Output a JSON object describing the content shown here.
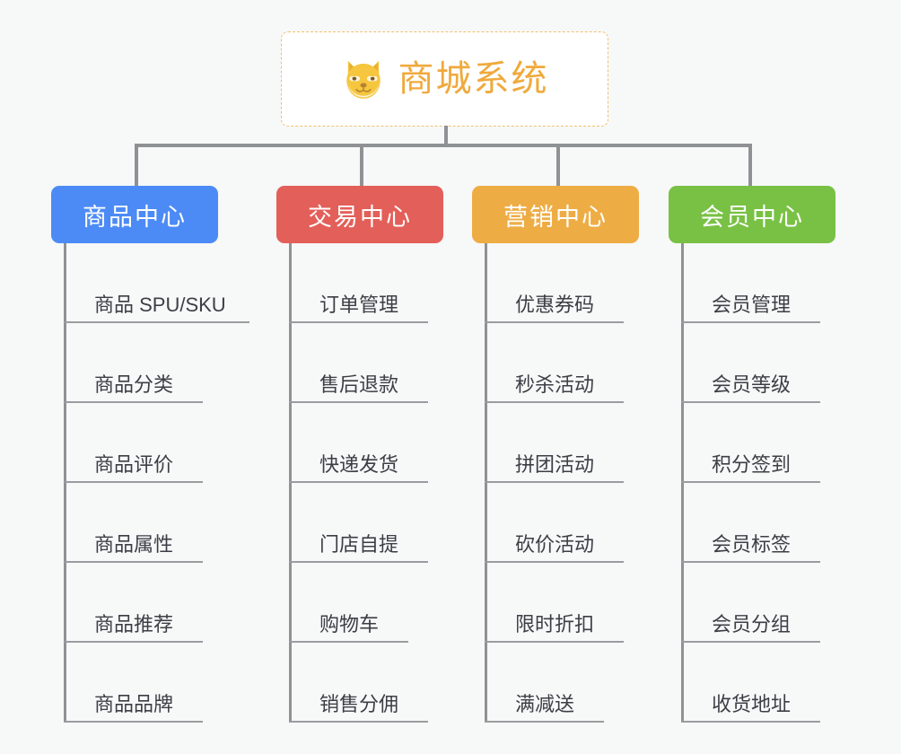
{
  "background_color": "#f7f8f8",
  "root": {
    "title": "商城系统",
    "icon": "shiba-dog-icon",
    "title_color": "#f0a93c",
    "border_color": "#f0c070"
  },
  "connector_color": "#8f9295",
  "columns": [
    {
      "id": "product-center",
      "title": "商品中心",
      "color": "#4c8bf5",
      "items": [
        "商品 SPU/SKU",
        "商品分类",
        "商品评价",
        "商品属性",
        "商品推荐",
        "商品品牌"
      ]
    },
    {
      "id": "trade-center",
      "title": "交易中心",
      "color": "#e35f59",
      "items": [
        "订单管理",
        "售后退款",
        "快递发货",
        "门店自提",
        "购物车",
        "销售分佣"
      ]
    },
    {
      "id": "marketing-center",
      "title": "营销中心",
      "color": "#eead44",
      "items": [
        "优惠券码",
        "秒杀活动",
        "拼团活动",
        "砍价活动",
        "限时折扣",
        "满减送"
      ]
    },
    {
      "id": "member-center",
      "title": "会员中心",
      "color": "#79c144",
      "items": [
        "会员管理",
        "会员等级",
        "积分签到",
        "会员标签",
        "会员分组",
        "收货地址"
      ]
    }
  ]
}
